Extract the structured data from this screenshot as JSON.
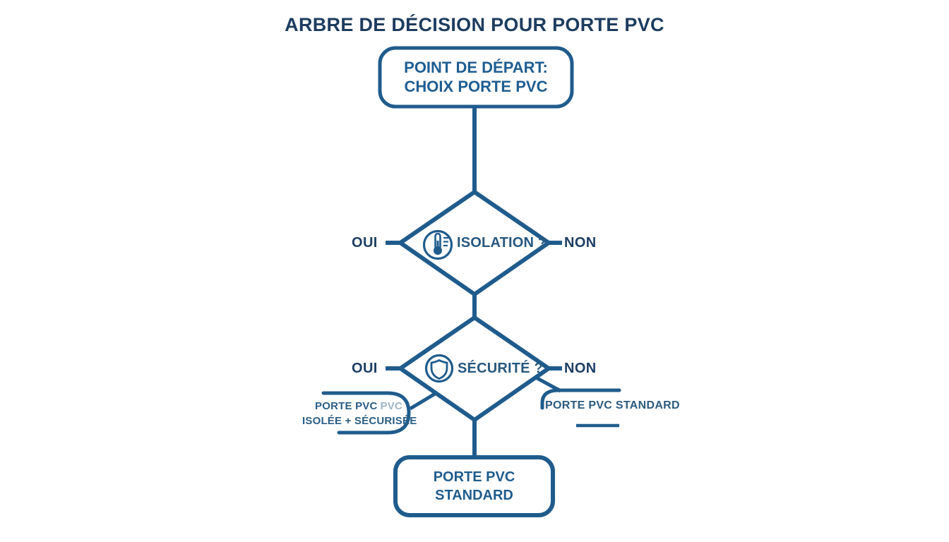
{
  "title": "ARBRE DE DÉCISION POUR PORTE PVC",
  "colors": {
    "line_blue": "#1f5c8c",
    "title_navy": "#1d3c5e",
    "box_text_blue": "#1f5e91",
    "branch_label_navy": "#1d3f63",
    "background": "#ffffff"
  },
  "start_node": {
    "line1": "POINT DE DÉPART:",
    "line2": "CHOIX PORTE PVC"
  },
  "decisions": [
    {
      "label": "ISOLATION ?",
      "icon": "thermometer-icon",
      "yes": "OUI",
      "no": "NON"
    },
    {
      "label": "SÉCURITÉ ?",
      "icon": "shield-icon",
      "yes": "OUI",
      "no": "NON"
    }
  ],
  "outcomes": {
    "left": {
      "line1": "PORTE PVC",
      "artifact": "PVC",
      "line2": "ISOLÉE + SÉCURISÉE"
    },
    "right": {
      "label": "PORTE PVC STANDARD"
    },
    "bottom": {
      "line1": "PORTE PVC",
      "line2": "STANDARD"
    }
  }
}
